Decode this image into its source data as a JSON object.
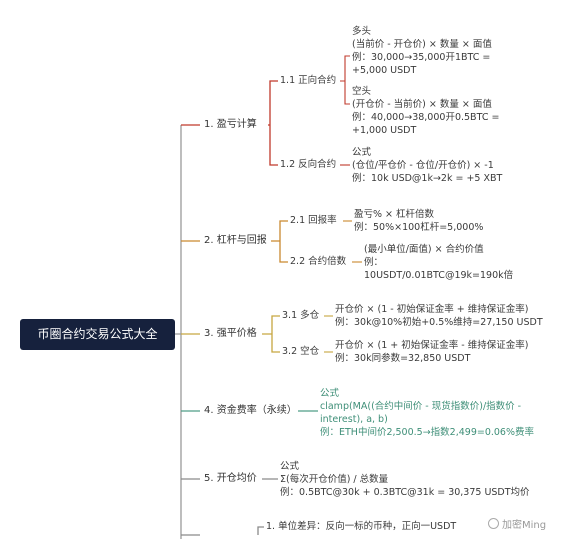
{
  "root": {
    "label": "币圈合约交易公式大全"
  },
  "colors": {
    "branch1": "#c0392b",
    "branch2": "#c9892f",
    "branch3": "#c7a640",
    "branch4": "#4f9d86",
    "branch5": "#8a8a8a",
    "root_bg": "#16213d"
  },
  "branches": {
    "b1": {
      "label": "1. 盈亏计算",
      "sub1": {
        "label": "1.1 正向合约",
        "long_title": "多头",
        "long_formula": "(当前价 - 开仓价) × 数量 × 面值",
        "long_example_1": "例：30,000→35,000开1BTC =",
        "long_example_2": "+5,000 USDT",
        "short_title": "空头",
        "short_formula": "(开仓价 - 当前价) × 数量 × 面值",
        "short_example_1": "例：40,000→38,000开0.5BTC =",
        "short_example_2": "+1,000 USDT"
      },
      "sub2": {
        "label": "1.2 反向合约",
        "title": "公式",
        "formula": "(仓位/平仓价 - 仓位/开仓价) × -1",
        "example": "例：10k USD@1k→2k = +5 XBT"
      }
    },
    "b2": {
      "label": "2. 杠杆与回报",
      "sub1": {
        "label": "2.1 回报率",
        "formula": "盈亏% × 杠杆倍数",
        "example": "例：50%×100杠杆=5,000%"
      },
      "sub2": {
        "label": "2.2 合约倍数",
        "formula": "(最小单位/面值) × 合约价值",
        "example_1": "例：",
        "example_2": "10USDT/0.01BTC@19k=190k倍"
      }
    },
    "b3": {
      "label": "3. 强平价格",
      "sub1": {
        "label": "3.1 多仓",
        "formula": "开仓价 × (1 - 初始保证金率 + 维持保证金率)",
        "example": "例：30k@10%初始+0.5%维持=27,150 USDT"
      },
      "sub2": {
        "label": "3.2 空仓",
        "formula": "开仓价 × (1 + 初始保证金率 - 维持保证金率)",
        "example": "例：30k同参数=32,850 USDT"
      }
    },
    "b4": {
      "label": "4. 资金费率（永续）",
      "title": "公式",
      "formula_1": "clamp(MA((合约中间价 - 现货指数价)/指数价 -",
      "formula_2": "interest), a, b)",
      "example": "例：ETH中间价2,500.5→指数2,499=0.06%费率"
    },
    "b5": {
      "label": "5. 开仓均价",
      "title": "公式",
      "formula": "Σ(每次开仓价值) / 总数量",
      "example": "例：0.5BTC@30k + 0.3BTC@31k = 30,375 USDT均价"
    },
    "b6": {
      "sub1": {
        "label": "1. 单位差异：反向一标的币种，正向一USDT"
      }
    }
  },
  "watermark": {
    "text": "加密Ming"
  }
}
